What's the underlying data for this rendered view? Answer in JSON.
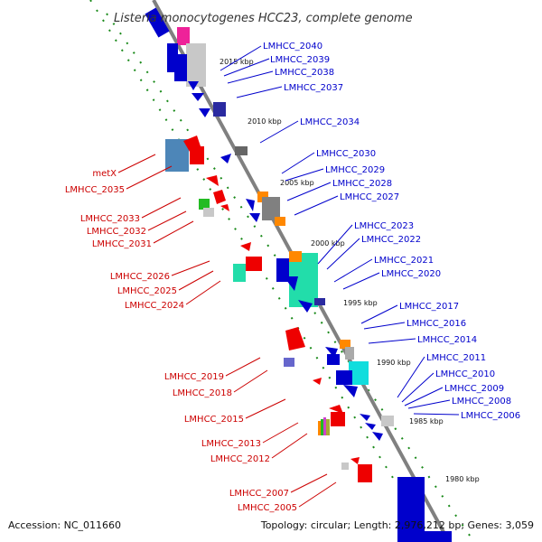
{
  "title": "Listeria monocytogenes HCC23, complete genome",
  "footer": {
    "accession": "Accession: NC_011660",
    "topology": "Topology: circular; Length: 2,976,212 bp; Genes: 3,059"
  },
  "colors": {
    "forward": "#0000cc",
    "reverse": "#cc0000",
    "backbone": "#808080",
    "ticks": "#117711"
  },
  "kbp_ticks": [
    "2015 kbp",
    "2010 kbp",
    "2005 kbp",
    "2000 kbp",
    "1995 kbp",
    "1990 kbp",
    "1985 kbp",
    "1980 kbp"
  ],
  "forward_genes": [
    "LMHCC_2040",
    "LMHCC_2039",
    "LMHCC_2038",
    "LMHCC_2037",
    "LMHCC_2034",
    "LMHCC_2030",
    "LMHCC_2029",
    "LMHCC_2028",
    "LMHCC_2027",
    "LMHCC_2023",
    "LMHCC_2022",
    "LMHCC_2021",
    "LMHCC_2020",
    "LMHCC_2017",
    "LMHCC_2016",
    "LMHCC_2014",
    "LMHCC_2011",
    "LMHCC_2010",
    "LMHCC_2009",
    "LMHCC_2008",
    "LMHCC_2006"
  ],
  "reverse_genes": [
    "metX",
    "LMHCC_2035",
    "LMHCC_2033",
    "LMHCC_2032",
    "LMHCC_2031",
    "LMHCC_2026",
    "LMHCC_2025",
    "LMHCC_2024",
    "LMHCC_2019",
    "LMHCC_2018",
    "LMHCC_2015",
    "LMHCC_2013",
    "LMHCC_2012",
    "LMHCC_2007",
    "LMHCC_2005"
  ]
}
